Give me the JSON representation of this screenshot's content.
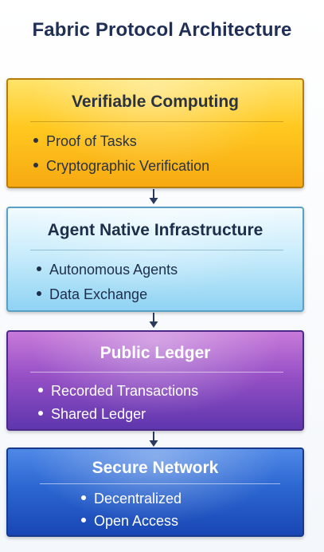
{
  "title": "Fabric Protocol Architecture",
  "layers": [
    {
      "name": "Verifiable Computing",
      "items": [
        "Proof of Tasks",
        "Cryptographic Verification"
      ],
      "color": "#ffc81f"
    },
    {
      "name": "Agent Native Infrastructure",
      "items": [
        "Autonomous Agents",
        "Data Exchange"
      ],
      "color": "#c9ecfb"
    },
    {
      "name": "Public Ledger",
      "items": [
        "Recorded Transactions",
        "Shared Ledger"
      ],
      "color": "#9750c6"
    },
    {
      "name": "Secure Network",
      "items": [
        "Decentralized",
        "Open Access"
      ],
      "color": "#2b66d1"
    }
  ],
  "arrow_color": "#2a3a5c",
  "arrow_icon": "arrow-down-icon"
}
